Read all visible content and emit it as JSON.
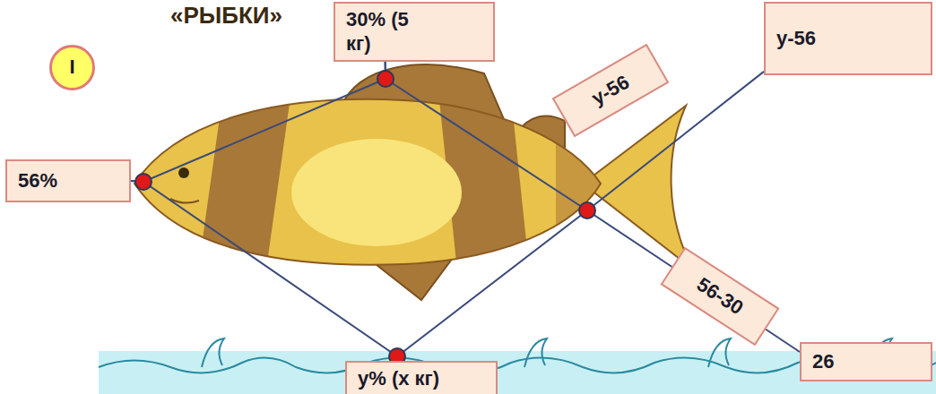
{
  "diagram": {
    "title": "«РЫБКИ»",
    "nodes": [
      {
        "text": [
          "I"
        ]
      },
      {
        "text": [
          "30% (5 кг)"
        ]
      },
      {
        "text": [
          "56%"
        ]
      },
      {
        "text": [
          "у-56"
        ]
      },
      {
        "text": [
          "26"
        ]
      },
      {
        "text": [
          "у% (х кг)"
        ]
      }
    ],
    "edges": [
      {
        "from": 2,
        "to": 1,
        "arrow": "none"
      },
      {
        "from": 2,
        "to": 5,
        "arrow": "none"
      },
      {
        "from": 1,
        "to": 4,
        "label": "56-30",
        "arrow": "none"
      },
      {
        "from": 5,
        "to": 3,
        "label": "у-56",
        "arrow": "none"
      }
    ]
  }
}
